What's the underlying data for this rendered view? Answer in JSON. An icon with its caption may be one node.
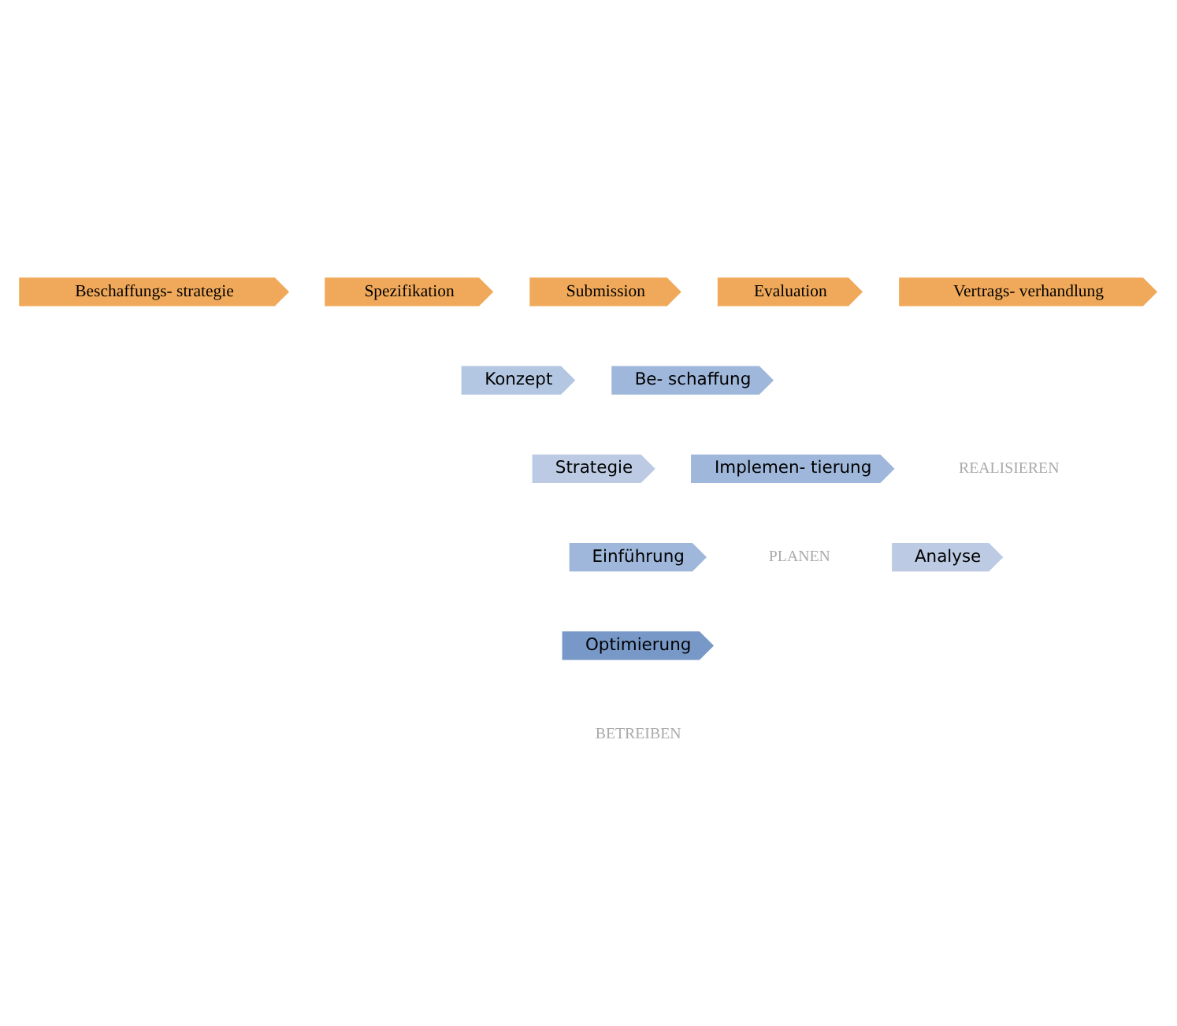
{
  "diagram": {
    "nodes": [
      {
        "text": [
          "Beschaffungs- strategie"
        ]
      },
      {
        "text": [
          "Spezifikation"
        ]
      },
      {
        "text": [
          "Submission"
        ]
      },
      {
        "text": [
          "Evaluation"
        ]
      },
      {
        "text": [
          "Vertrags- verhandlung"
        ]
      },
      {
        "text": [
          "Analyse"
        ]
      },
      {
        "text": [
          "Strategie"
        ]
      },
      {
        "text": [
          "Konzept"
        ]
      },
      {
        "text": [
          "Be- schaffung"
        ]
      },
      {
        "text": [
          "Implemen- tierung"
        ]
      },
      {
        "text": [
          "Einführung"
        ]
      },
      {
        "text": [
          "Optimierung"
        ]
      }
    ],
    "labels": [
      "PLANEN",
      "REALISIEREN",
      "BETREIBEN"
    ]
  }
}
